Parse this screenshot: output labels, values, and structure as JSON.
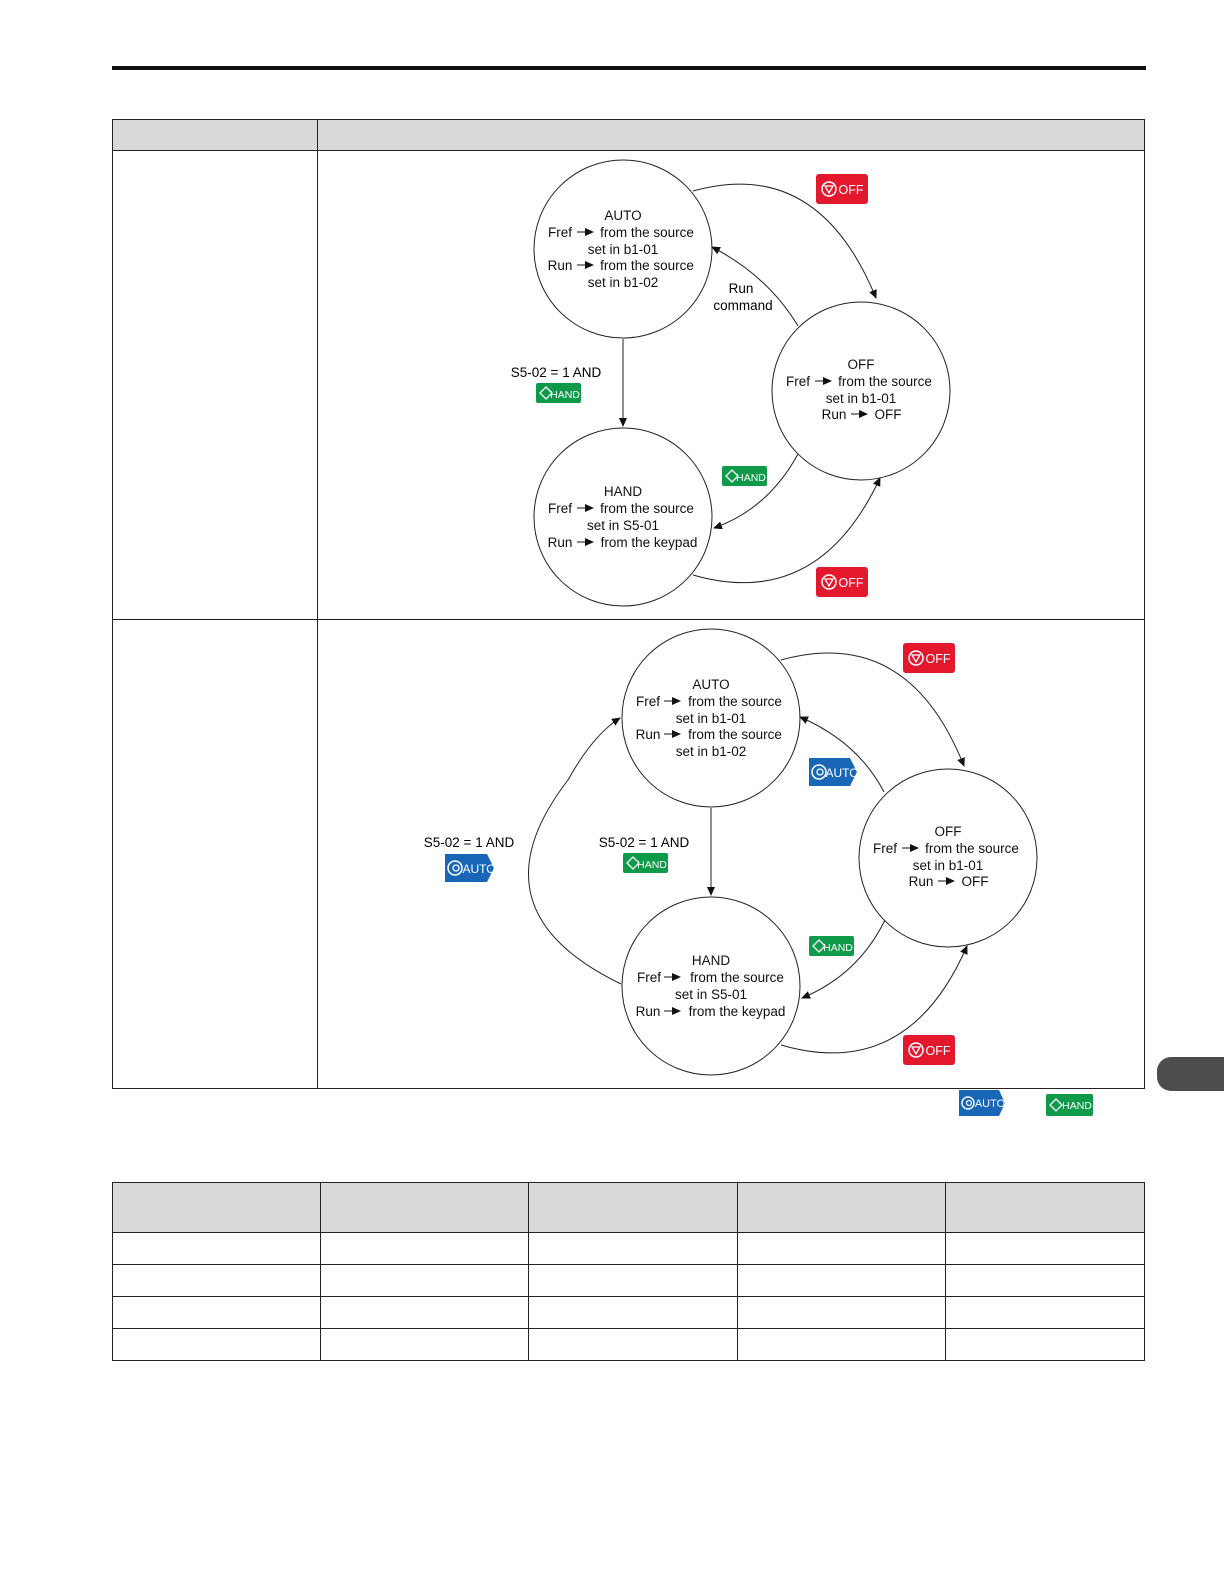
{
  "colors": {
    "off_button": "#e3182d",
    "hand_button": "#0e9a48",
    "auto_button": "#1767b6",
    "header_gray": "#d9d9d9"
  },
  "icons": {
    "off": "stop-circle-icon",
    "hand": "diamond-start-icon",
    "auto": "swirl-icon"
  },
  "buttons": {
    "off_label": "OFF",
    "hand_label": "HAND",
    "auto_label": "AUTO"
  },
  "diagram1": {
    "auto_state": [
      "AUTO",
      "Fref",
      "from the source",
      "set in b1-01",
      "Run",
      "from the source",
      "set in b1-02"
    ],
    "off_state": [
      "OFF",
      "Fref",
      "from the source",
      "set in b1-01",
      "Run",
      "OFF"
    ],
    "hand_state": [
      "HAND",
      "Fref",
      "from the source",
      "set in S5-01",
      "Run",
      "from the keypad"
    ],
    "run_command": [
      "Run",
      "command"
    ],
    "condition": "S5-02 = 1 AND"
  },
  "diagram2": {
    "auto_state": [
      "AUTO",
      "Fref",
      "from the source",
      "set in b1-01",
      "Run",
      "from the source",
      "set in b1-02"
    ],
    "off_state": [
      "OFF",
      "Fref",
      "from the source",
      "set in b1-01",
      "Run",
      "OFF"
    ],
    "hand_state": [
      "HAND",
      "Fref",
      "from the source",
      "set in S5-01",
      "Run",
      "from the keypad"
    ],
    "condition_left": "S5-02 = 1 AND",
    "condition_middle": "S5-02 = 1 AND"
  }
}
